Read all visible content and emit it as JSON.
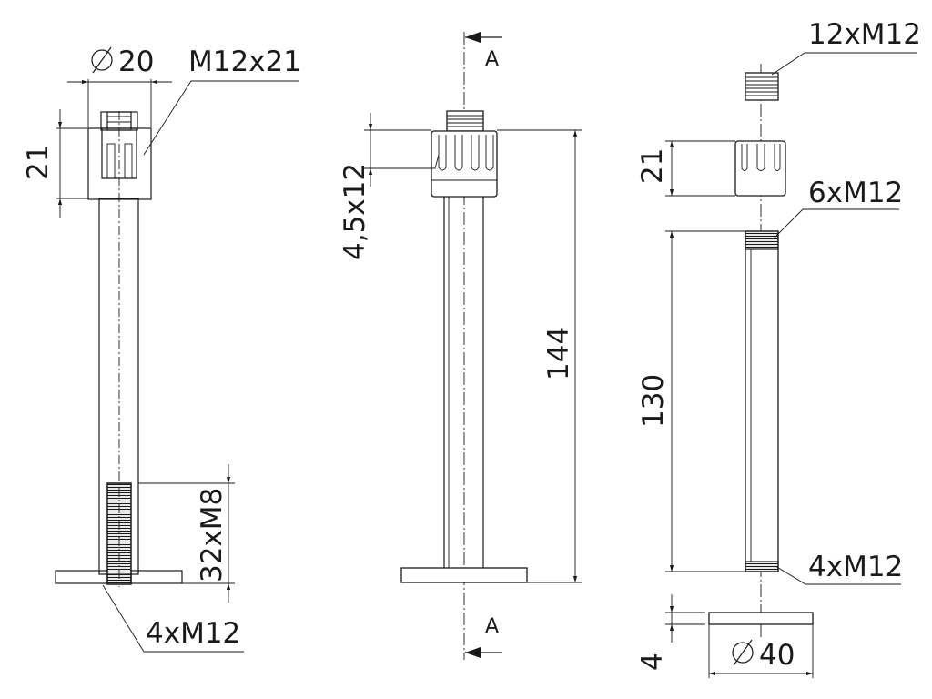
{
  "section_view": {
    "diameter_label": "20",
    "nut_thread_label": "M12x21",
    "nut_height_label": "21",
    "bottom_thread_label": "32xM8",
    "base_thread_label": "4xM12"
  },
  "front_view": {
    "section_mark_top": "A",
    "section_mark_bottom": "A",
    "slot_label": "4,5x12",
    "total_height_label": "144"
  },
  "exploded_view": {
    "top_thread_label": "12xM12",
    "nut_height_label": "21",
    "rod_top_thread_label": "6xM12",
    "rod_length_label": "130",
    "rod_bottom_thread_label": "4xM12",
    "plate_thickness_label": "4",
    "plate_diameter_label": "40"
  },
  "symbols": {
    "diameter_symbol": "diameter-icon"
  },
  "colors": {
    "line": "#1a1a1a",
    "background": "#ffffff"
  }
}
